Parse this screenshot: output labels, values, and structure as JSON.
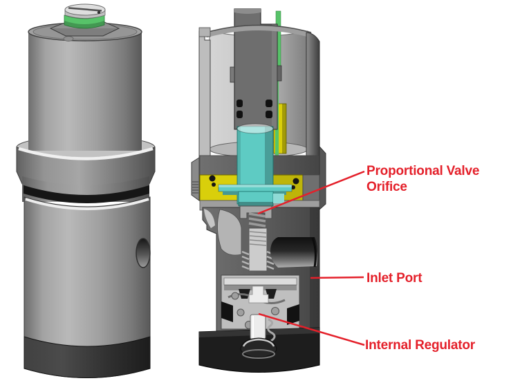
{
  "annotations": {
    "proportional_valve_orifice": {
      "line1": "Proportional Valve",
      "line2": "Orifice"
    },
    "inlet_port": {
      "line1": "Inlet Port"
    },
    "internal_regulator": {
      "line1": "Internal Regulator"
    }
  },
  "colors": {
    "annotation_red": "#e4202a",
    "cap_green": "#57c369",
    "coil_yellow": "#d9cf0b",
    "plunger_cyan": "#5ecbc3",
    "background": "#ffffff"
  }
}
